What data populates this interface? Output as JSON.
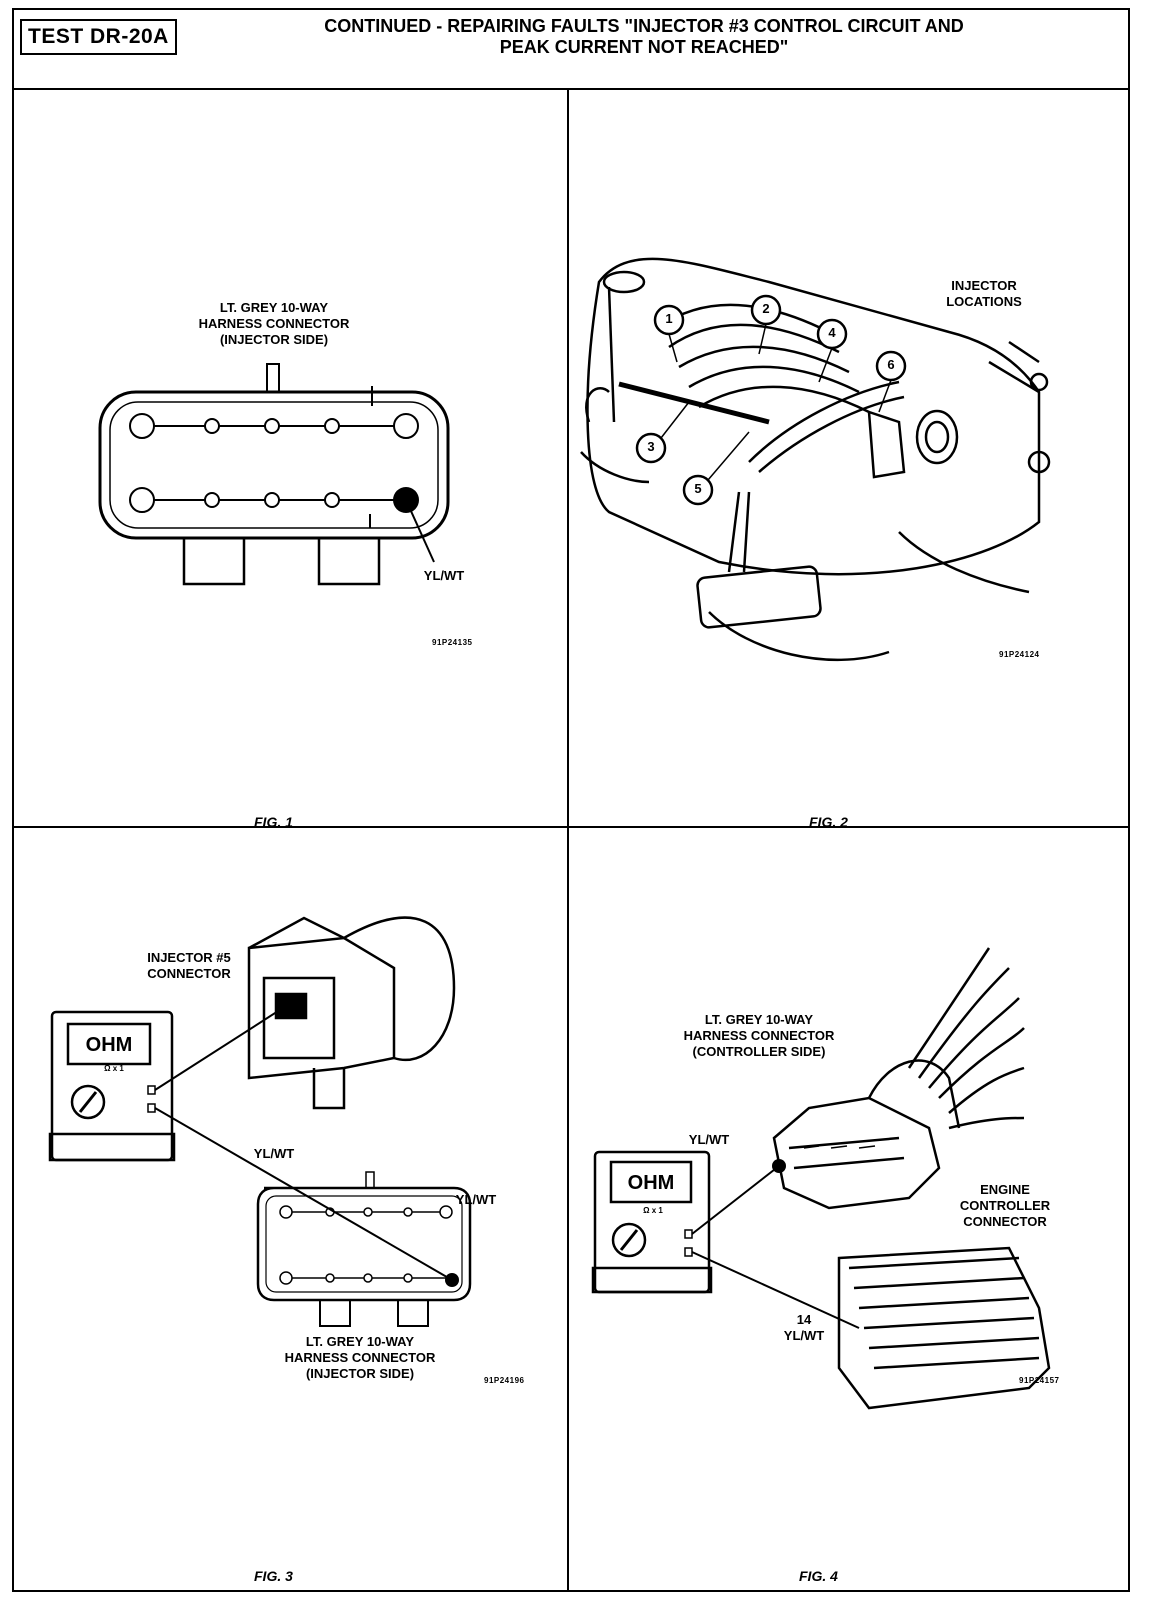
{
  "header": {
    "test_id": "TEST DR-20A",
    "title_line1": "CONTINUED - REPAIRING FAULTS \"INJECTOR #3 CONTROL CIRCUIT AND",
    "title_line2": "PEAK CURRENT NOT REACHED\""
  },
  "fig1": {
    "caption": "FIG. 1",
    "connector_label": "LT. GREY 10-WAY\nHARNESS CONNECTOR\n(INJECTOR SIDE)",
    "wire_label": "YL/WT",
    "code": "91P24135"
  },
  "fig2": {
    "caption": "FIG. 2",
    "label": "INJECTOR\nLOCATIONS",
    "injector_numbers": [
      "1",
      "2",
      "3",
      "4",
      "5",
      "6"
    ],
    "code": "91P24124"
  },
  "fig3": {
    "caption": "FIG. 3",
    "injector_label": "INJECTOR #5\nCONNECTOR",
    "meter_display": "OHM",
    "meter_small": "Ω x 1",
    "wire_label_a": "YL/WT",
    "wire_label_b": "YL/WT",
    "harness_label": "LT. GREY 10-WAY\nHARNESS CONNECTOR\n(INJECTOR SIDE)",
    "code": "91P24196"
  },
  "fig4": {
    "caption": "FIG. 4",
    "harness_label": "LT. GREY 10-WAY\nHARNESS CONNECTOR\n(CONTROLLER SIDE)",
    "wire_label": "YL/WT",
    "meter_display": "OHM",
    "meter_small": "Ω x 1",
    "controller_label": "ENGINE\nCONTROLLER\nCONNECTOR",
    "pin_label": "14\nYL/WT",
    "code": "91P24157"
  }
}
